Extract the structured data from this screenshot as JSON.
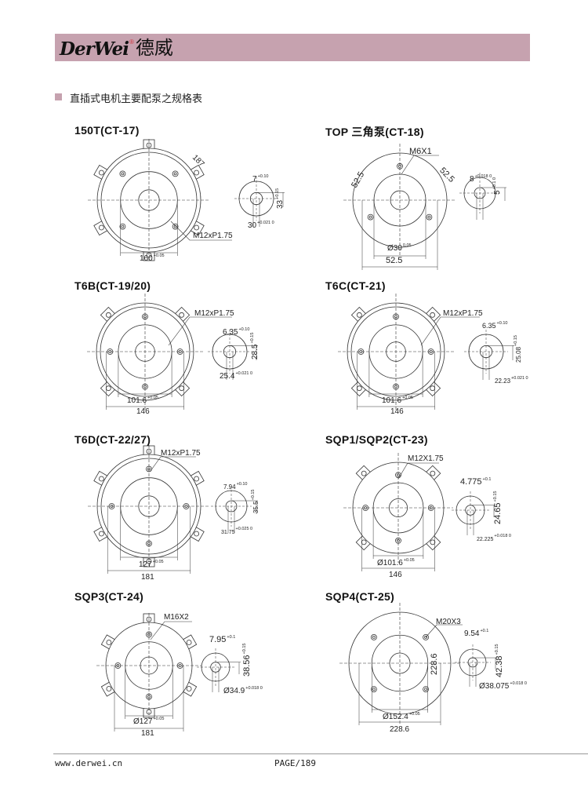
{
  "header": {
    "logo_en": "DerWei",
    "logo_reg": "®",
    "logo_cn": "德威"
  },
  "section_title": "直插式电机主要配泵之规格表",
  "panels": [
    {
      "title": "150T(CT-17)",
      "d1": "187",
      "thread": "M12xP1.75",
      "bottom": "160",
      "bottom_tol": "+0.05",
      "key": "7",
      "key_tol": "+0.10",
      "height": "33",
      "height_tol": "+0.15",
      "shaft": "30",
      "shaft_tol": "+0.021 0"
    },
    {
      "title": "TOP 三角泵(CT-18)",
      "thread": "M6X1",
      "left": "52.5",
      "right": "52.5",
      "bore": "Ø30",
      "bore_tol": "0.05",
      "bottom": "52.5",
      "key": "8",
      "key_tol": "+0.018 0",
      "height": "5",
      "height_tol": "+0.1 0"
    },
    {
      "title": "T6B(CT-19/20)",
      "thread": "M12xP1.75",
      "pilot": "101.6",
      "pilot_tol": "+0.05",
      "bottom": "146",
      "key": "6.35",
      "key_tol": "+0.10",
      "height": "28.5",
      "height_tol": "+0.15",
      "shaft": "25.4",
      "shaft_tol": "+0.021 0"
    },
    {
      "title": "T6C(CT-21)",
      "thread": "M12xP1.75",
      "pilot": "101.6",
      "pilot_tol": "+0.05",
      "bottom": "146",
      "key": "6.35",
      "key_tol": "+0.10",
      "height": "25.08",
      "height_tol": "+0.15",
      "shaft": "22.23",
      "shaft_tol": "+0.021 0"
    },
    {
      "title": "T6D(CT-22/27)",
      "thread": "M12xP1.75",
      "pilot": "127",
      "pilot_tol": "+0.05",
      "bottom": "181",
      "key": "7.94",
      "key_tol": "+0.10",
      "height": "35.5",
      "height_tol": "+0.15",
      "shaft": "31.75",
      "shaft_tol": "+0.025 0"
    },
    {
      "title": "SQP1/SQP2(CT-23)",
      "thread": "M12X1.75",
      "pilot": "Ø101.6",
      "pilot_tol": "+0.05",
      "bottom": "146",
      "key": "4.775",
      "key_tol": "+0.1",
      "height": "24.65",
      "height_tol": "+0.15",
      "shaft": "22.225",
      "shaft_tol": "+0.018 0"
    },
    {
      "title": "SQP3(CT-24)",
      "thread": "M16X2",
      "pilot": "Ø127",
      "pilot_tol": "+0.05",
      "bottom": "181",
      "key": "7.95",
      "key_tol": "+0.1",
      "height": "38.56",
      "height_tol": "+0.15",
      "shaft": "Ø34.9",
      "shaft_tol": "+0.018 0"
    },
    {
      "title": "SQP4(CT-25)",
      "thread": "M20X3",
      "vertical": "228.6",
      "pilot": "Ø152.4",
      "pilot_tol": "+0.05",
      "bottom": "228.6",
      "key": "9.54",
      "key_tol": "+0.1",
      "height": "42.38",
      "height_tol": "+0.15",
      "shaft": "Ø38.075",
      "shaft_tol": "+0.018 0"
    }
  ],
  "footer": {
    "url": "www.derwei.cn",
    "page": "PAGE/189"
  }
}
